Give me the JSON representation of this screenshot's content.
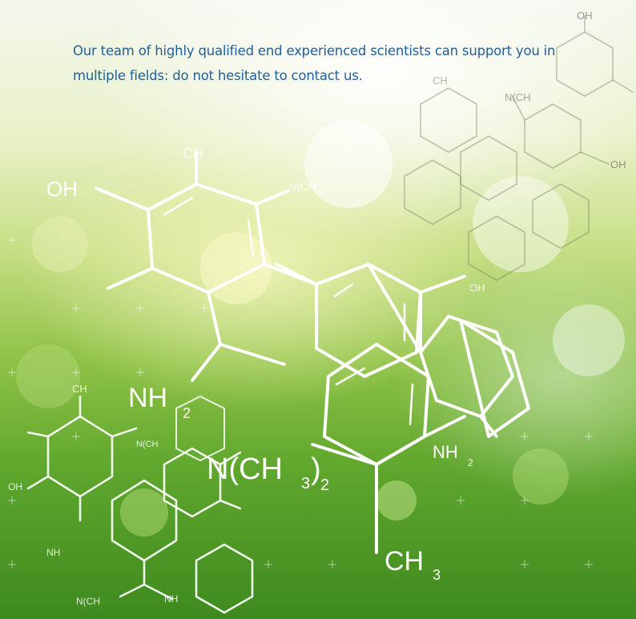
{
  "intro_text": "Our team of highly qualified end experienced scientists can support you in multiple fields: do not hesitate to contact us.",
  "molecule_labels": {
    "oh_top_right": "OH",
    "oh_left": "OH",
    "oh_right": "OH",
    "oh_mid": "OH",
    "oh_bottom": "OH",
    "nh2_big": "NH",
    "nh2_right": "NH",
    "nh2_small": "NH",
    "nh2_bottom": "NH",
    "nch3_big_main": "N(CH",
    "nch3_big_end": ")",
    "nch3_small_1": "N(CH",
    "nch3_small_2": "N(CH",
    "nch3_small_3": "N(CH",
    "nch3_small_4": "N(CH",
    "ch3_bottom": "CH",
    "ch3_top": "CH",
    "ch_left": "CH",
    "ch_faint": "CH",
    "sub_2": "2",
    "sub_3": "3"
  },
  "colors": {
    "text": "#1f5f9b",
    "bond": "#ffffff"
  }
}
